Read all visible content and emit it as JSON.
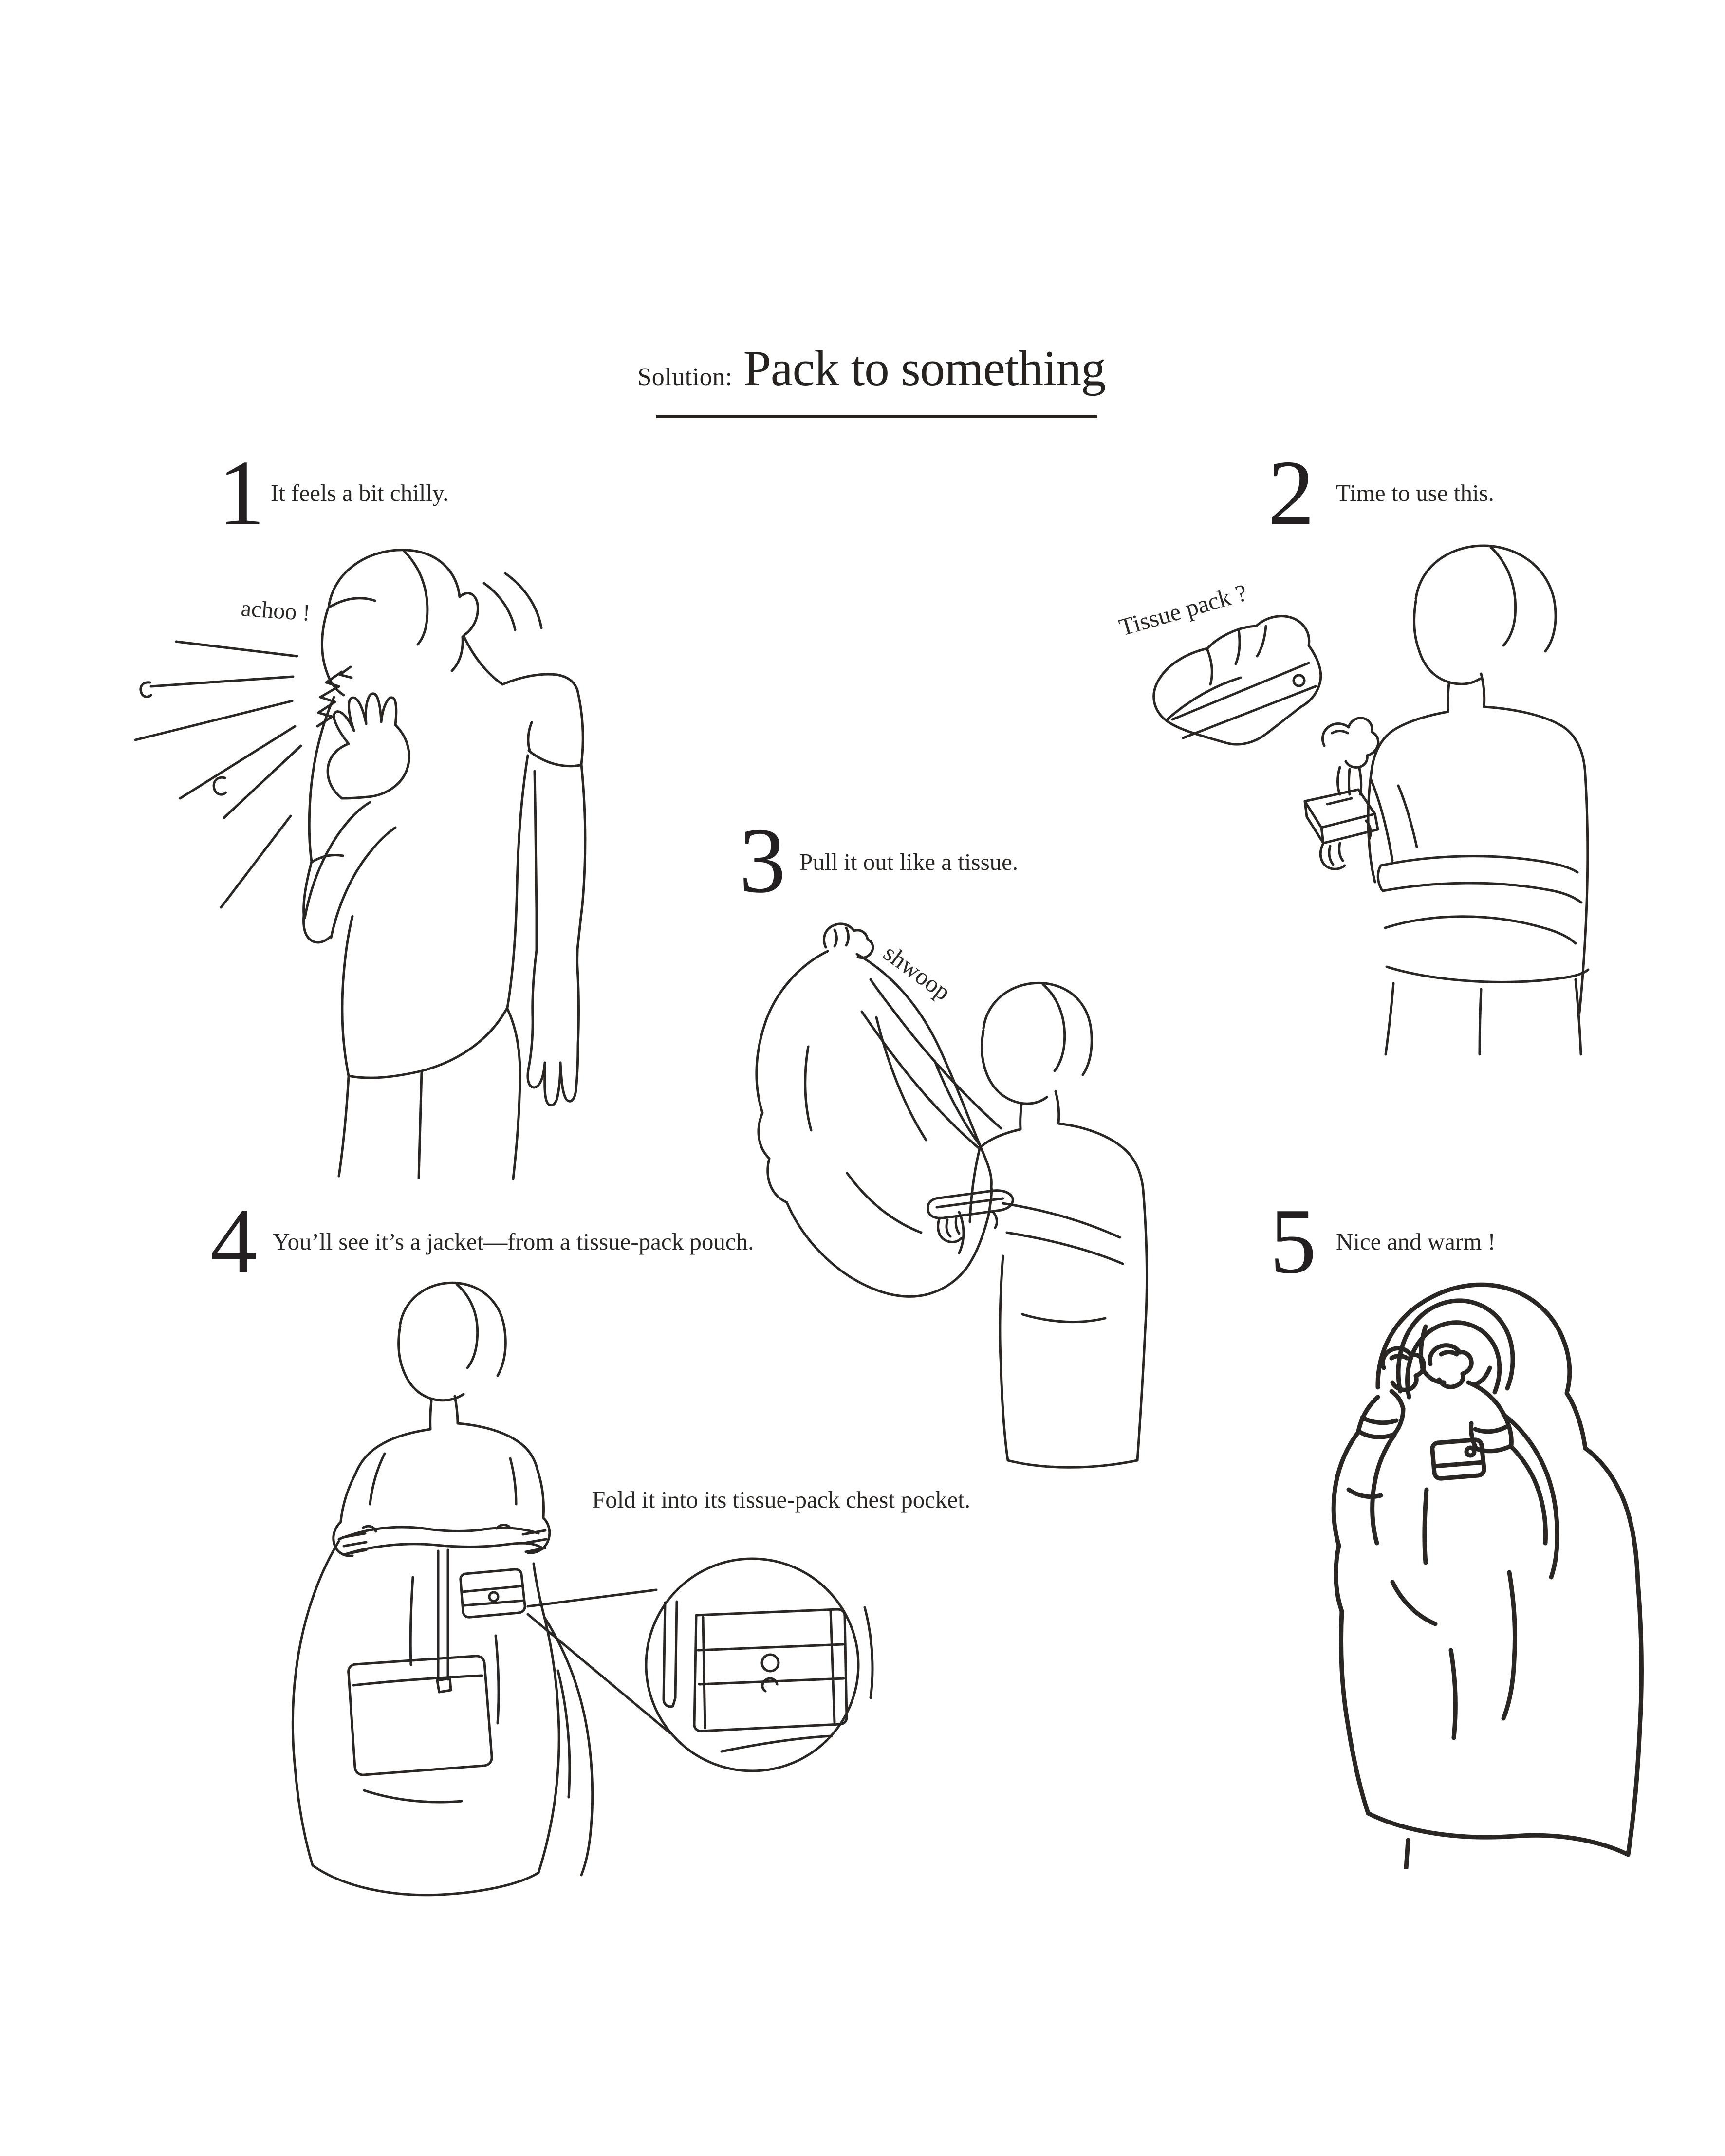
{
  "colors": {
    "ink": "#262220",
    "line": "#2a2624",
    "background": "#ffffff"
  },
  "title": {
    "prefix": "Solution:",
    "main": "Pack to something"
  },
  "steps": [
    {
      "num": "1",
      "label": "It feels a bit chilly."
    },
    {
      "num": "2",
      "label": "Time to use this."
    },
    {
      "num": "3",
      "label": "Pull it out like a tissue."
    },
    {
      "num": "4",
      "label": "You’ll see it’s a jacket—from a tissue-pack pouch."
    },
    {
      "num": "5",
      "label": "Nice and warm !"
    }
  ],
  "annotations": {
    "achoo": "achoo !",
    "tissue_pack": "Tissue pack ?",
    "shwoop": "shwoop",
    "fold_caption": "Fold it into its tissue-pack chest pocket."
  }
}
